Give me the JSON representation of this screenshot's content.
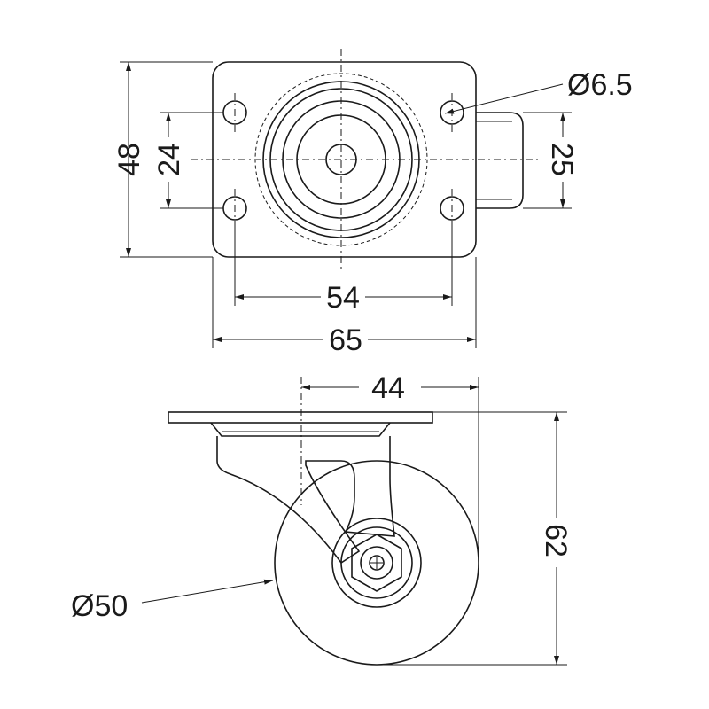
{
  "dimensions": {
    "hole_diameter": "Ø6.5",
    "plate_height": "48",
    "hole_spacing_vertical": "24",
    "brake_width": "25",
    "hole_spacing_horizontal": "54",
    "plate_width": "65",
    "offset": "44",
    "total_height": "62",
    "wheel_diameter": "Ø50"
  }
}
